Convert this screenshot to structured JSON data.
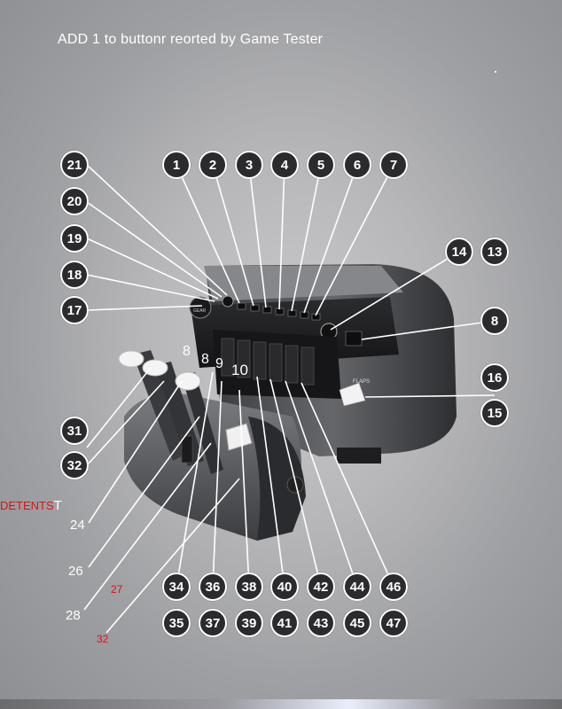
{
  "title": "ADD 1 to buttonr reorted by Game Tester",
  "detents": {
    "red": "DETENTS",
    "white": "T"
  },
  "badges": {
    "b21": "21",
    "b20": "20",
    "b19": "19",
    "b18": "18",
    "b17": "17",
    "b1": "1",
    "b2": "2",
    "b3": "3",
    "b4": "4",
    "b5": "5",
    "b6": "6",
    "b7": "7",
    "b14": "14",
    "b13": "13",
    "b8": "8",
    "b16": "16",
    "b15": "15",
    "b31": "31",
    "b32": "32",
    "b34": "34",
    "b36": "36",
    "b38": "38",
    "b40": "40",
    "b42": "42",
    "b44": "44",
    "b46": "46",
    "b35": "35",
    "b37": "37",
    "b39": "39",
    "b41": "41",
    "b43": "43",
    "b45": "45",
    "b47": "47"
  },
  "loose_labels": {
    "l24": "24",
    "l26": "26",
    "l27": "27",
    "l28": "28",
    "l32": "32",
    "lever8a": "8",
    "lever8b": "8",
    "lever9": "9",
    "lever10": "10"
  },
  "device_labels": {
    "flaps": "FLAPS",
    "gear": "GEAR"
  },
  "colors": {
    "badge_fill": "#2b2b2d",
    "badge_ring": "#ffffff",
    "red_text": "#e01010"
  }
}
